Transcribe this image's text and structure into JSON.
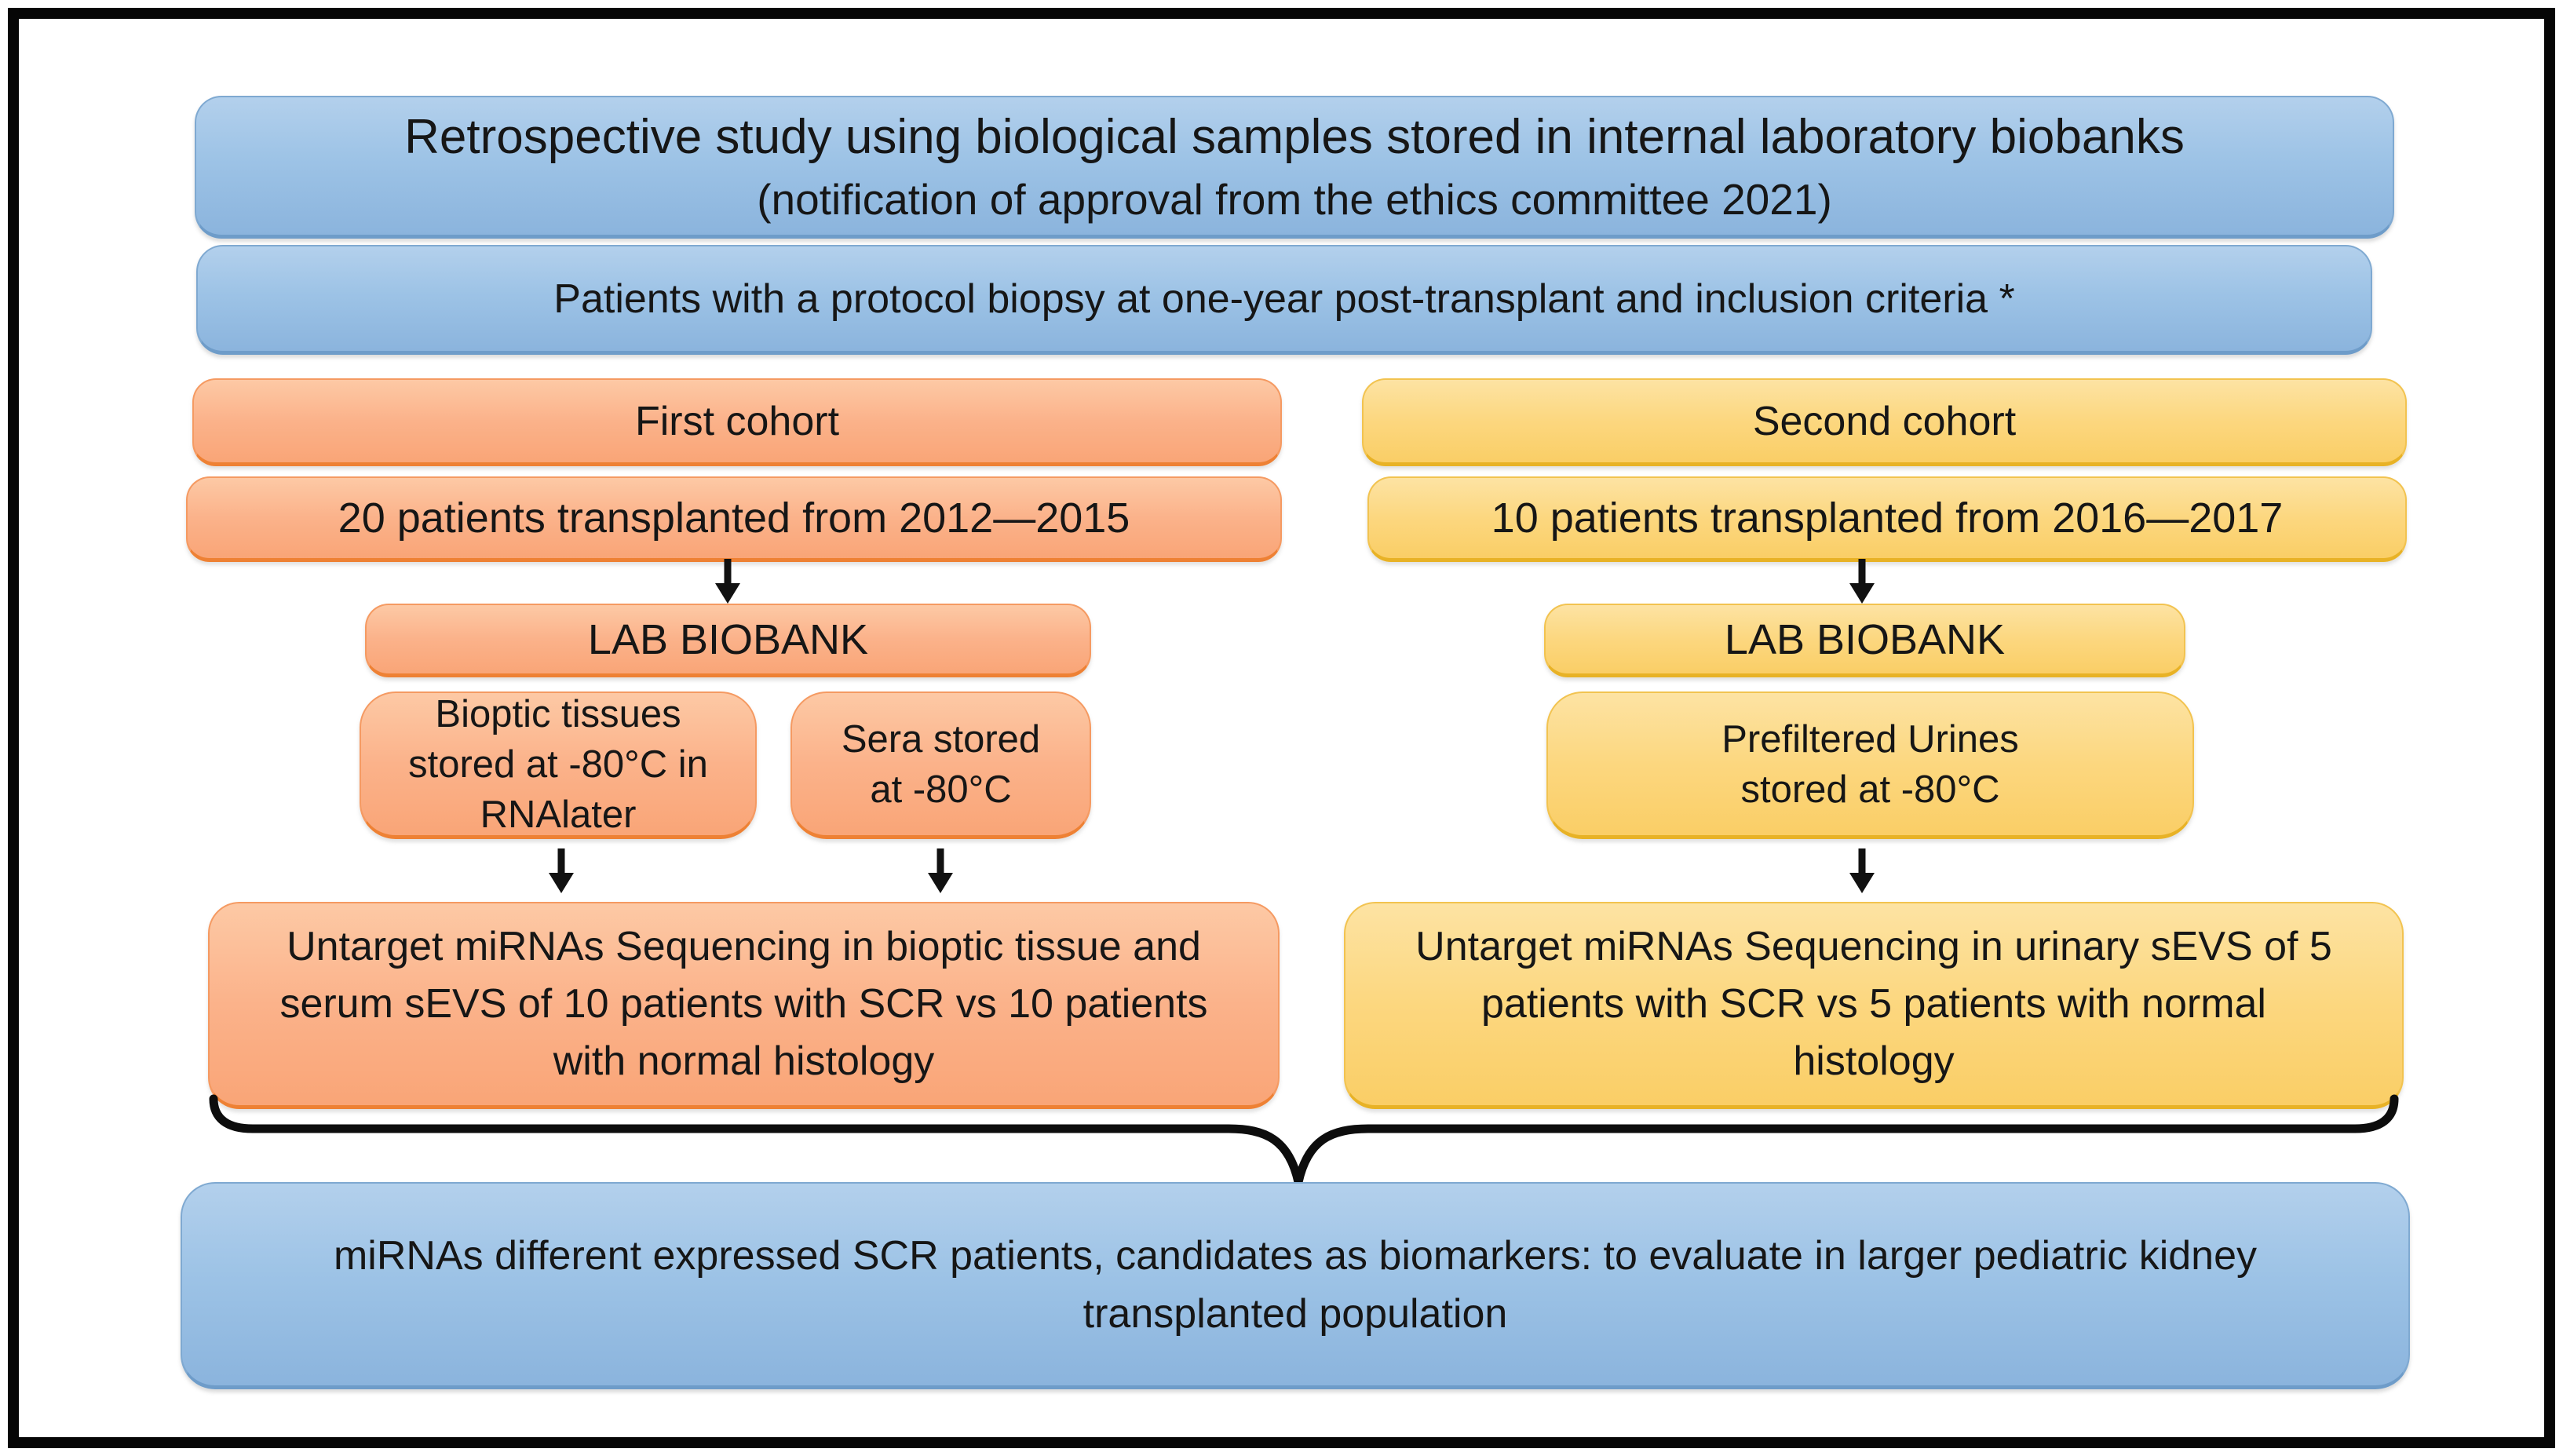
{
  "figure": {
    "title_line1": "Retrospective study using biological samples stored in internal laboratory biobanks",
    "title_line2": "(notification of approval from the ethics committee 2021)",
    "criteria": "Patients with a protocol biopsy at one-year post-transplant and inclusion criteria *"
  },
  "cohort1": {
    "header": "First cohort",
    "subtitle": "20 patients transplanted from 2012—2015",
    "biobank": "LAB BIOBANK",
    "tissue_lines": [
      "Bioptic tissues",
      "stored at -80°C in",
      "RNAlater"
    ],
    "sera_lines": [
      "Sera stored",
      "at -80°C"
    ],
    "sequencing_lines": [
      "Untarget miRNAs Sequencing in bioptic tissue and",
      "serum sEVS of 10 patients with SCR vs 10 patients",
      "with normal histology"
    ]
  },
  "cohort2": {
    "header": "Second cohort",
    "subtitle": "10 patients transplanted from 2016—2017",
    "biobank": "LAB BIOBANK",
    "urine_lines": [
      "Prefiltered Urines",
      "stored at -80°C"
    ],
    "sequencing_lines": [
      "Untarget miRNAs Sequencing in urinary sEVS of 5",
      "patients with SCR vs 5 patients with normal",
      "histology"
    ]
  },
  "conclusion_lines": [
    "miRNAs different expressed SCR patients, candidates as biomarkers: to evaluate in larger pediatric kidney",
    "transplanted population"
  ],
  "colors": {
    "blue_fill": "#9DC3E6",
    "orange_fill": "#F4B183",
    "yellow_fill": "#FFD966",
    "arrow": "#111111",
    "outline": "#000000"
  }
}
